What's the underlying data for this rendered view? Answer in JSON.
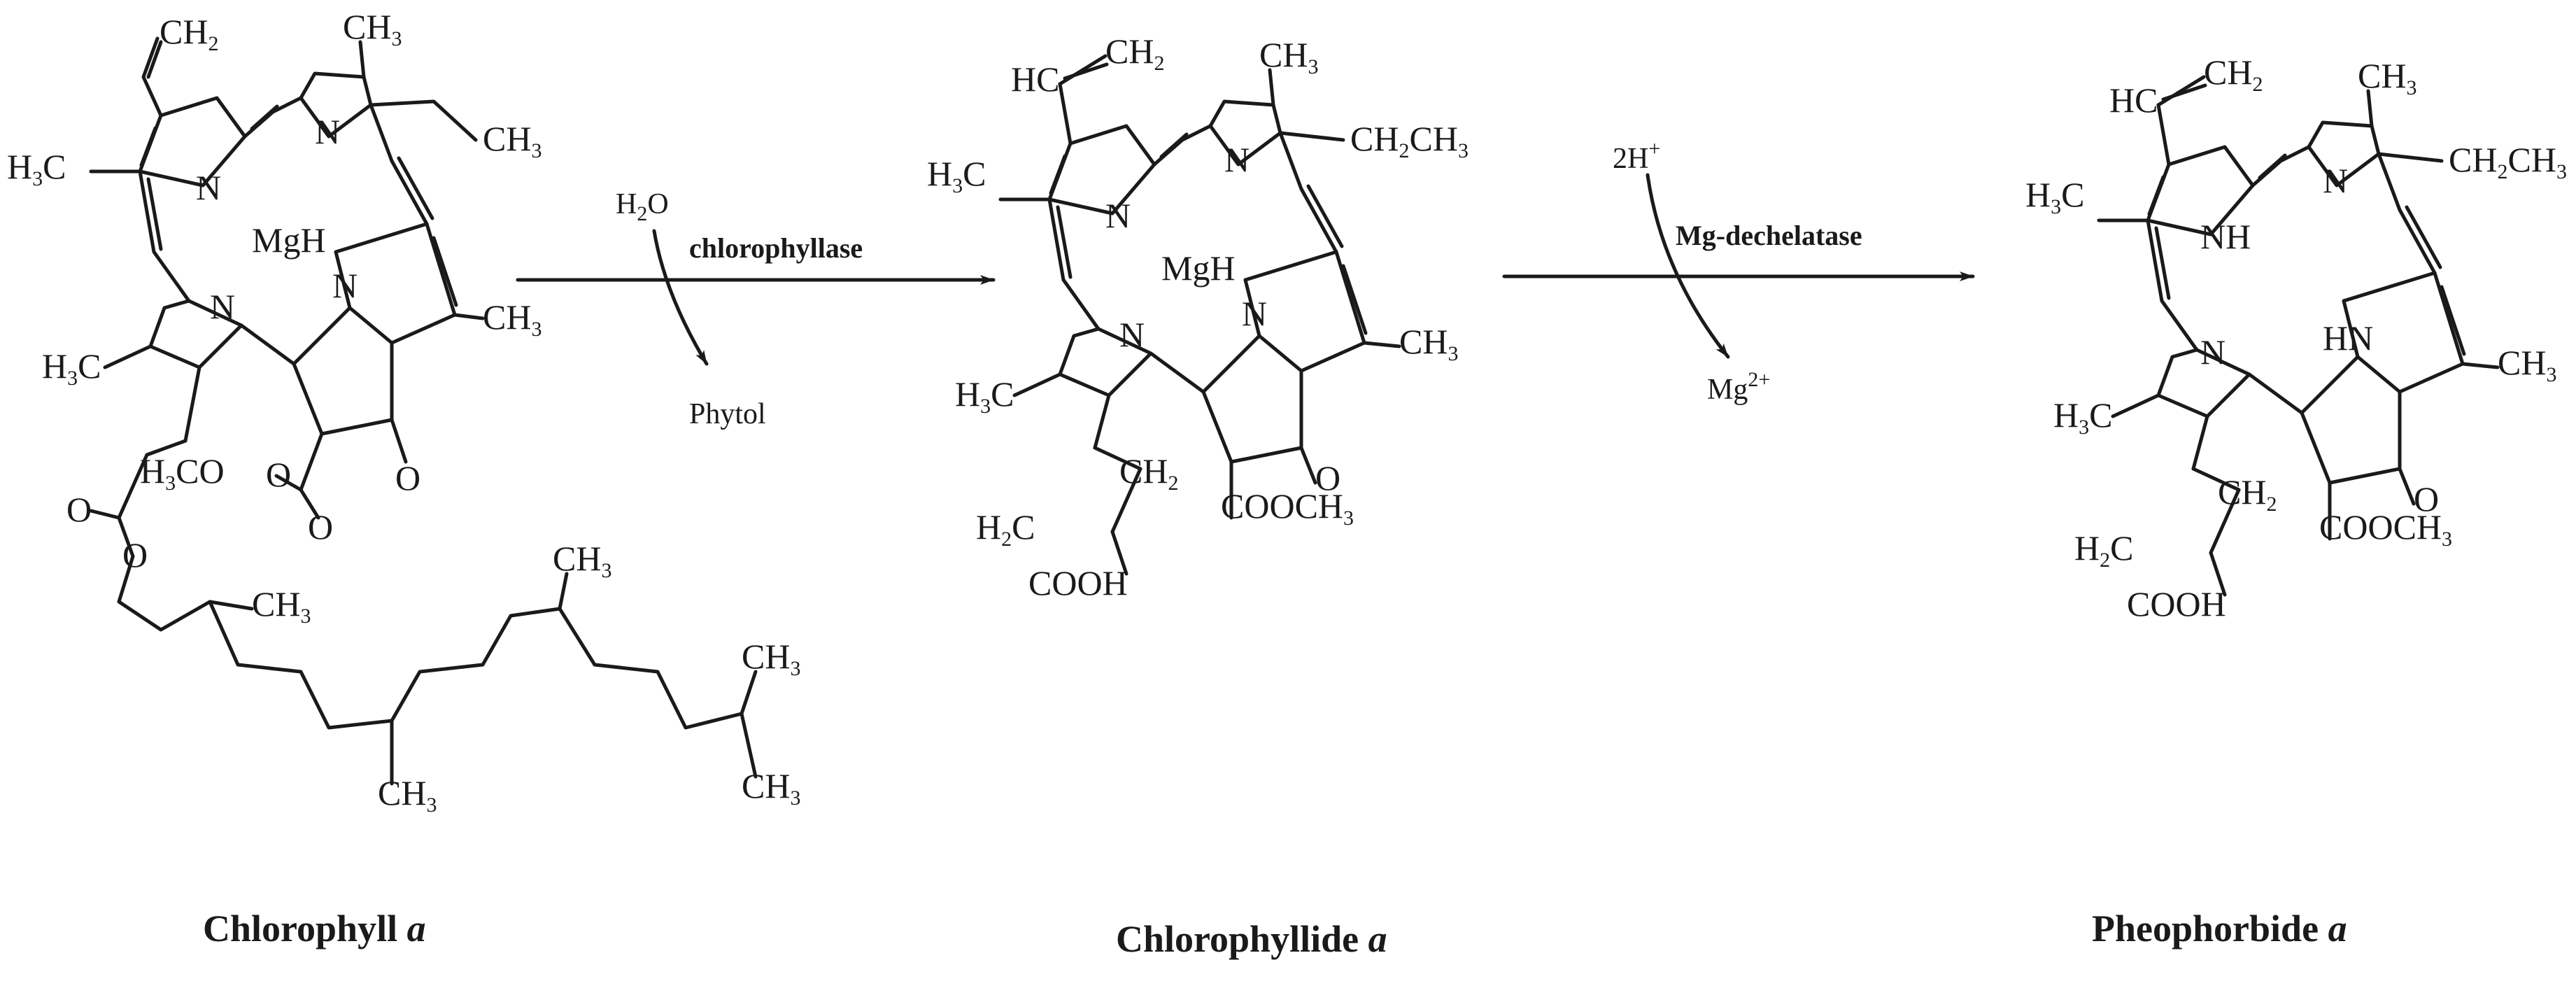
{
  "molecules": [
    {
      "id": "chlorophyll-a",
      "name": "Chlorophyll",
      "name_italic": "a",
      "labels": {
        "vinyl": [
          "CH",
          "2"
        ],
        "me_top": [
          "CH",
          "3"
        ],
        "ethyl_end": [
          "CH",
          "3"
        ],
        "left_me": [
          "H",
          "3",
          "C"
        ],
        "n1": "N",
        "n2": "N",
        "n3": "N",
        "n4": "N",
        "metal": "MgH",
        "right_me": [
          "CH",
          "3"
        ],
        "h3c_low": [
          "H",
          "3",
          "C"
        ],
        "ester_me": [
          "H",
          "3",
          "CO"
        ],
        "keto_o": "O",
        "ester_o1": "O",
        "ester_o2": "O",
        "acid_o1": "O",
        "acid_o2": "O",
        "phytyl_me1": [
          "CH",
          "3"
        ],
        "phytyl_me2": [
          "CH",
          "3"
        ],
        "phytyl_me3": [
          "CH",
          "3"
        ],
        "phytyl_me4": [
          "CH",
          "3"
        ],
        "phytyl_me5": [
          "CH",
          "3"
        ]
      }
    },
    {
      "id": "chlorophyllide-a",
      "name": "Chlorophyllide",
      "name_italic": "a",
      "labels": {
        "vinyl_hc": "HC",
        "vinyl": [
          "CH",
          "2"
        ],
        "me_top": [
          "CH",
          "3"
        ],
        "ethyl": [
          "CH",
          "2",
          "CH",
          "3"
        ],
        "left_me": [
          "H",
          "3",
          "C"
        ],
        "n1": "N",
        "n2": "N",
        "n3": "N",
        "n4": "N",
        "metal": "MgH",
        "right_me": [
          "CH",
          "3"
        ],
        "h3c_low": [
          "H",
          "3",
          "C"
        ],
        "ch2a": [
          "CH",
          "2"
        ],
        "ch2b": [
          "H",
          "2",
          "C"
        ],
        "cooh": "COOH",
        "keto_o": "O",
        "ester": [
          "COOCH",
          "3"
        ]
      }
    },
    {
      "id": "pheophorbide-a",
      "name": "Pheophorbide",
      "name_italic": "a",
      "labels": {
        "vinyl_hc": "HC",
        "vinyl": [
          "CH",
          "2"
        ],
        "me_top": [
          "CH",
          "3"
        ],
        "ethyl": [
          "CH",
          "2",
          "CH",
          "3"
        ],
        "left_me": [
          "H",
          "3",
          "C"
        ],
        "nh1": "NH",
        "n2": "N",
        "n3": "N",
        "hn4": "HN",
        "right_me": [
          "CH",
          "3"
        ],
        "h3c_low": [
          "H",
          "3",
          "C"
        ],
        "ch2a": [
          "CH",
          "2"
        ],
        "ch2b": [
          "H",
          "2",
          "C"
        ],
        "cooh": "COOH",
        "keto_o": "O",
        "ester": [
          "COOCH",
          "3"
        ]
      }
    }
  ],
  "reactions": [
    {
      "id": "step1",
      "enzyme": "chlorophyllase",
      "reagent_in": [
        "H",
        "2",
        "O"
      ],
      "product_out": "Phytol"
    },
    {
      "id": "step2",
      "enzyme": "Mg-dechelatase",
      "reagent_in": [
        "2H",
        "+"
      ],
      "product_out": [
        "Mg",
        "2+"
      ]
    }
  ]
}
